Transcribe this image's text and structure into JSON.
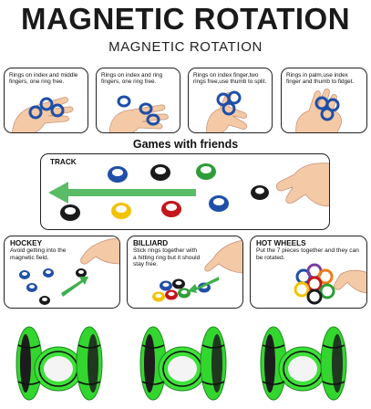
{
  "header": {
    "title": "MAGNETIC ROTATION",
    "subtitle": "MAGNETIC ROTATION"
  },
  "usage_panels": [
    {
      "text": "Rings on index and middle fingers, one ring free."
    },
    {
      "text": "Rings on index and ring fingers, one ring free."
    },
    {
      "text": "Rings on index finger,two rings free,use thumb to split."
    },
    {
      "text": "Rings in palm,use index finger and thumb to fidget."
    }
  ],
  "games": {
    "title": "Games with friends",
    "track": {
      "label": "TRACK"
    },
    "hockey": {
      "label": "HOCKEY",
      "desc": "Avoid getting into the magnetic field."
    },
    "billiard": {
      "label": "BILLIARD",
      "desc": "Stick rings together with a hitting ring but it should stay free."
    },
    "hot_wheels": {
      "label": "HOT WHEELS",
      "desc": "Put the 7 pieces together and they can be rotated."
    }
  },
  "colors": {
    "ring_blue": "#1f4fa8",
    "ring_yellow": "#f2c200",
    "ring_red": "#c4161c",
    "ring_green": "#2f9d3a",
    "ring_black": "#1a1a1a",
    "ring_orange": "#ee7d1a",
    "ring_purple": "#7a3fa0",
    "arrow_green": "#3db04b",
    "product_green": "#3ee03a",
    "skin": "#f3c9a6"
  }
}
